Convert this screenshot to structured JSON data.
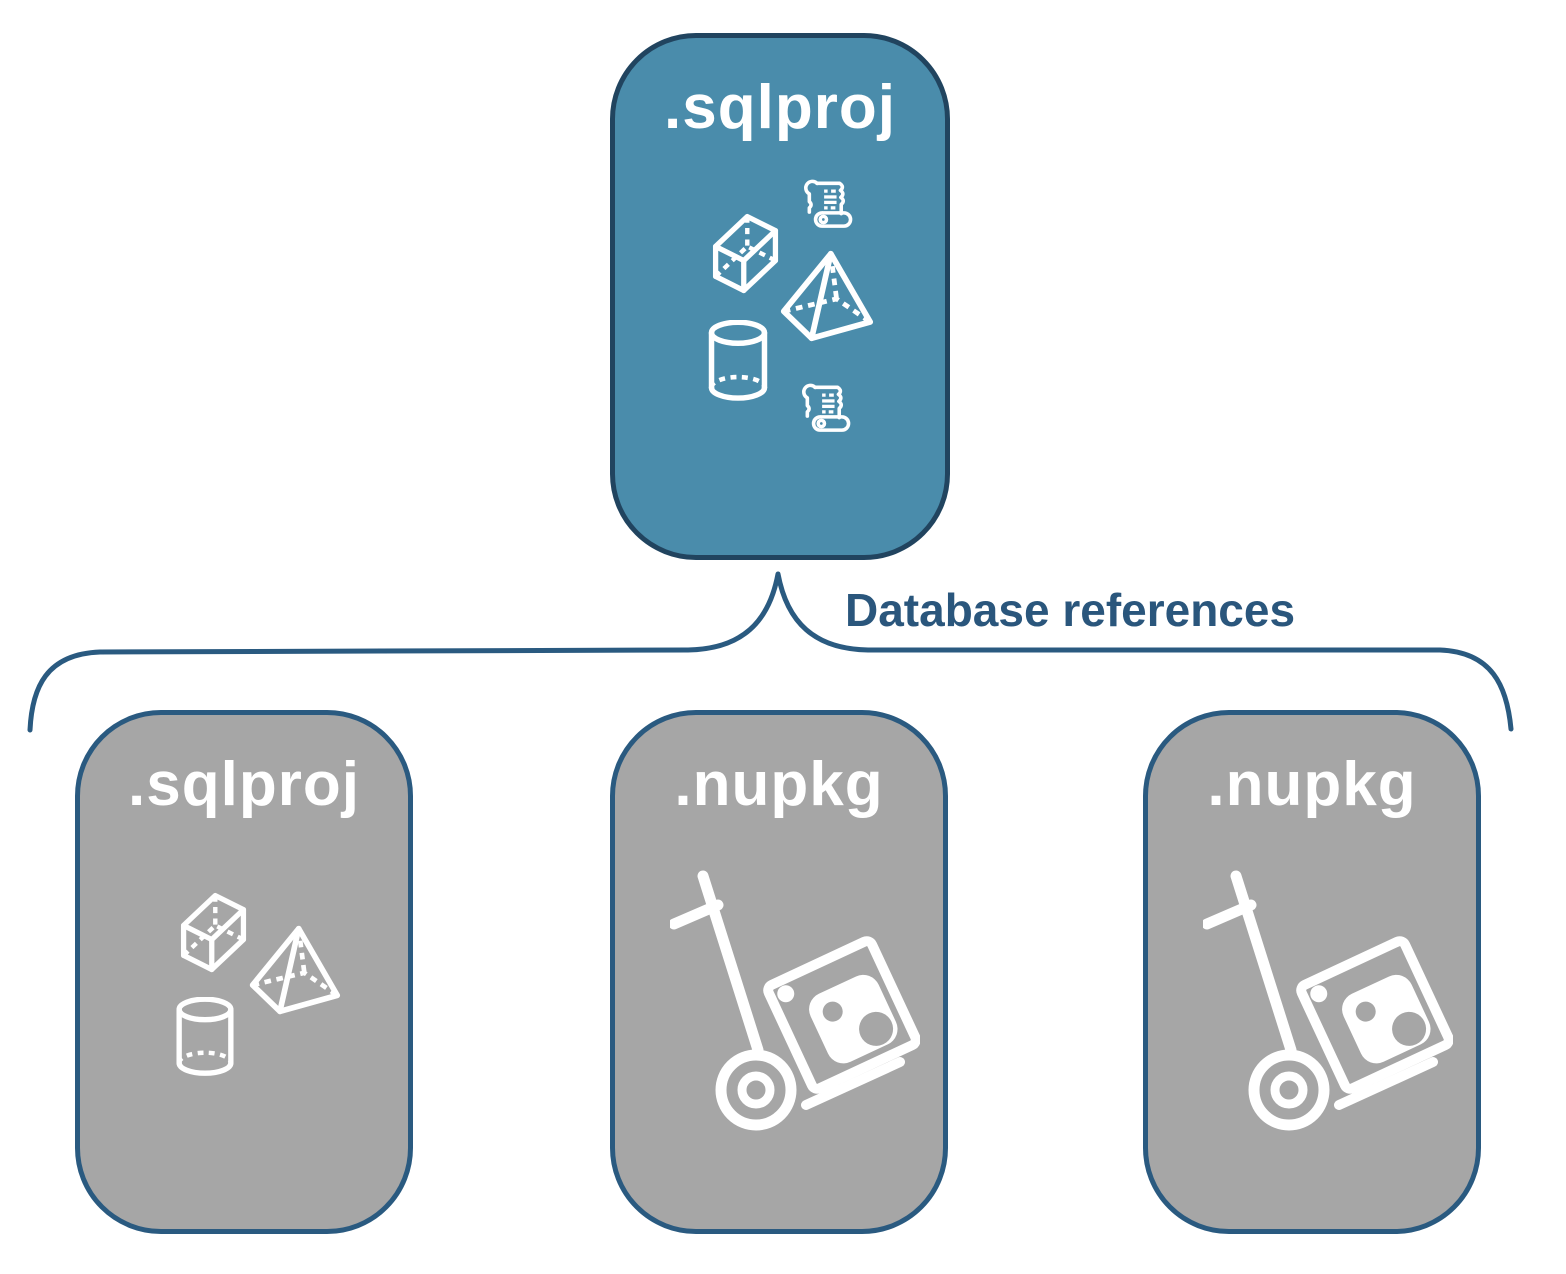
{
  "diagram": {
    "root": {
      "label": ".sqlproj",
      "icons": [
        "cube-icon",
        "scroll-icon",
        "pyramid-icon",
        "cylinder-icon",
        "scroll-icon"
      ]
    },
    "connector": {
      "label": "Database references"
    },
    "children": [
      {
        "label": ".sqlproj",
        "icons": [
          "cube-icon",
          "pyramid-icon",
          "cylinder-icon"
        ]
      },
      {
        "label": ".nupkg",
        "icons": [
          "nuget-handtruck-icon"
        ]
      },
      {
        "label": ".nupkg",
        "icons": [
          "nuget-handtruck-icon"
        ]
      }
    ],
    "colors": {
      "background": "#ffffff",
      "root_fill": "#4a8cab",
      "root_border": "#21445f",
      "child_fill": "#a6a6a6",
      "child_border": "#2a5a80",
      "connector_line": "#2a5a80",
      "card_label_text": "#ffffff",
      "connector_label_text": "#2a567c"
    }
  }
}
